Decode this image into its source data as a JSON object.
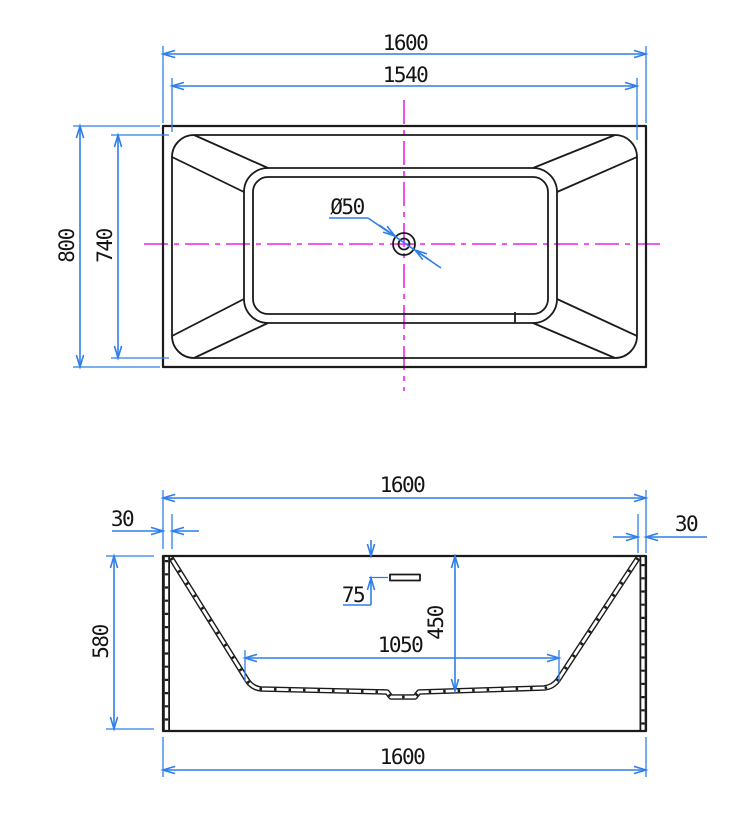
{
  "drawing": {
    "type": "bathtub technical drawing, top view and front section",
    "top_view": {
      "name": "top view",
      "dims": {
        "width_outer": "1600",
        "width_inner": "1540",
        "depth_outer": "800",
        "depth_inner": "740",
        "drain_diameter": "Ø50"
      }
    },
    "section_view": {
      "name": "front section view",
      "dims": {
        "width_top": "1600",
        "wall_left": "30",
        "wall_right": "30",
        "height": "580",
        "rim_to_overflow": "75",
        "inner_depth": "450",
        "floor_width": "1050",
        "width_bottom": "1600"
      }
    },
    "colors": {
      "dimension_blue": "#2f7fe8",
      "centerline_magenta": "#ee22ee",
      "line_black": "#1b1b1b",
      "background": "#ffffff"
    }
  }
}
